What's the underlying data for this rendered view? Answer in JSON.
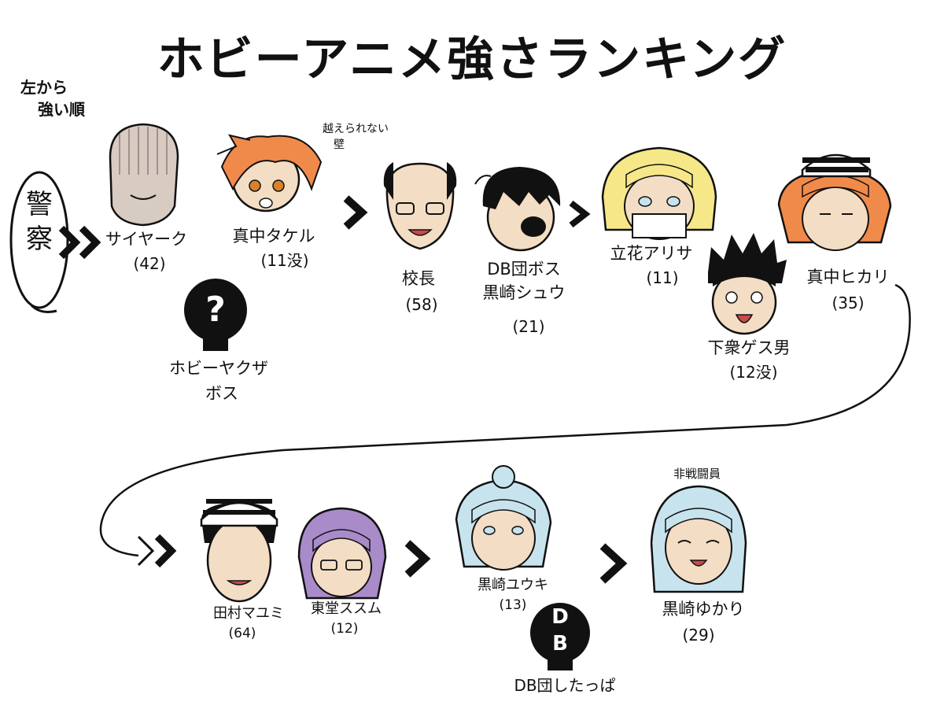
{
  "title": "ホビーアニメ強さランキング",
  "note_order": [
    "左から",
    "強い順"
  ],
  "note_wall": [
    "越えられない",
    "壁"
  ],
  "police": "警察",
  "characters": [
    {
      "key": "saiyaku",
      "name": "サイヤーク",
      "age": "(42)"
    },
    {
      "key": "takeru",
      "name": "真中タケル",
      "age": "(11没)"
    },
    {
      "key": "yakuza",
      "name": "ホビーヤクザ",
      "name2": "ボス"
    },
    {
      "key": "kocho",
      "name": "校長",
      "age": "(58)"
    },
    {
      "key": "shu",
      "name": "DB団ボス",
      "name2": "黒崎シュウ",
      "age": "(21)"
    },
    {
      "key": "arisa",
      "name": "立花アリサ",
      "age": "(11)"
    },
    {
      "key": "gesu",
      "name": "下衆ゲス男",
      "age": "(12没)"
    },
    {
      "key": "hikari",
      "name": "真中ヒカリ",
      "age": "(35)"
    },
    {
      "key": "mayumi",
      "name": "田村マユミ",
      "age": "(64)"
    },
    {
      "key": "susumu",
      "name": "東堂ススム",
      "age": "(12)"
    },
    {
      "key": "yuki",
      "name": "黒崎ユウキ",
      "age": "(13)"
    },
    {
      "key": "shitappa",
      "name": "DB団したっぱ"
    },
    {
      "key": "yukari",
      "name": "黒崎ゆかり",
      "age": "(29)",
      "tag": "非戦闘員"
    }
  ],
  "badges": {
    "question": "?",
    "db": "DB"
  },
  "colors": {
    "ink": "#111111",
    "skin": "#f3ddc4",
    "orange": "#f08a4b",
    "blonde": "#f6e889",
    "lightblue": "#c7e3ee",
    "purple": "#a98bc9",
    "stone": "#d8cbc2"
  }
}
